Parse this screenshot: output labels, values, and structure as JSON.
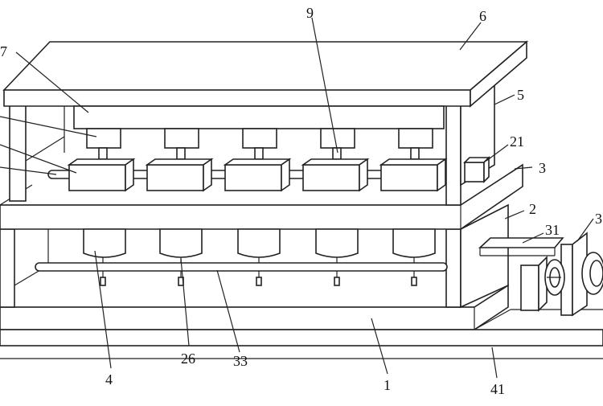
{
  "labels": {
    "l1": "1",
    "l2": "2",
    "l3": "3",
    "l4": "4",
    "l5": "5",
    "l6": "6",
    "l7": "7",
    "l9": "9",
    "l21": "21",
    "l26": "26",
    "l31": "31",
    "l32": "3",
    "l33": "33",
    "l41": "41"
  }
}
